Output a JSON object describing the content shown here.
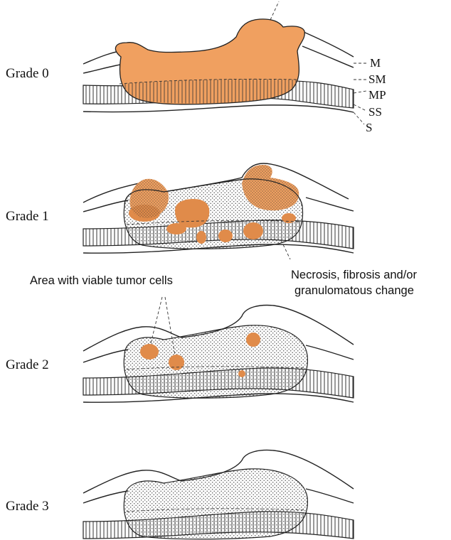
{
  "grades": [
    {
      "label": "Grade 0"
    },
    {
      "label": "Grade 1"
    },
    {
      "label": "Grade 2"
    },
    {
      "label": "Grade 3"
    }
  ],
  "layers": [
    "M",
    "SM",
    "MP",
    "SS",
    "S"
  ],
  "annotations": {
    "viable": "Area with viable tumor cells",
    "necrosis_line1": "Necrosis, fibrosis and/or",
    "necrosis_line2": "granulomatous change"
  },
  "colors": {
    "tumor": "#f0a060",
    "tumor_dark": "#e08b4a",
    "outline": "#222222",
    "stipple": "#555555",
    "hatch": "#333333"
  }
}
